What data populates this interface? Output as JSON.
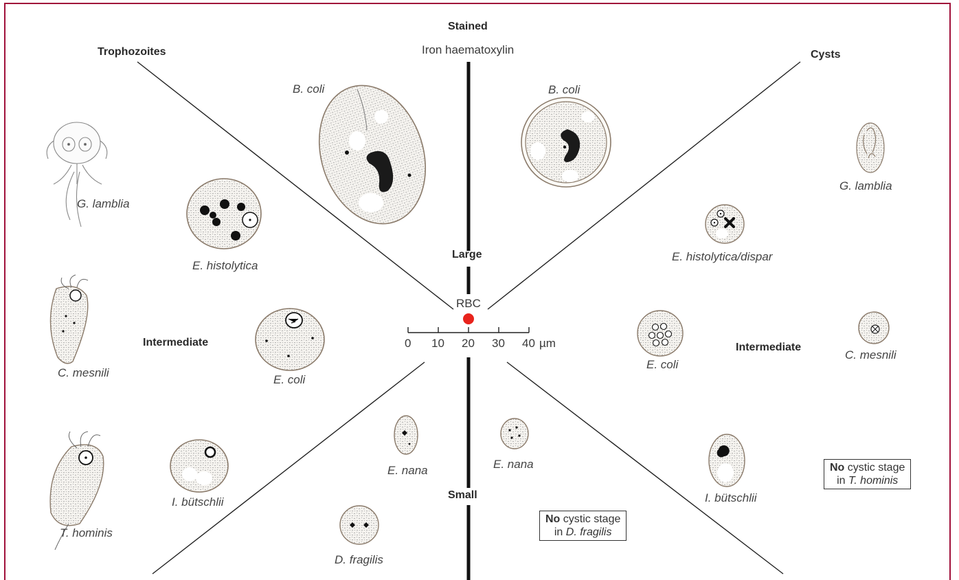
{
  "header": {
    "stained": "Stained",
    "stain_type": "Iron haematoxylin"
  },
  "sections": {
    "trophozoites": "Trophozoites",
    "cysts": "Cysts",
    "large": "Large",
    "small": "Small",
    "intermediate_left": "Intermediate",
    "intermediate_right": "Intermediate"
  },
  "scale": {
    "rbc": "RBC",
    "ticks": [
      "0",
      "10",
      "20",
      "30",
      "40"
    ],
    "unit": "µm",
    "rbc_color": "#e8231c"
  },
  "trophozoites": {
    "b_coli": "B. coli",
    "g_lamblia": "G. lamblia",
    "e_histolytica": "E. histolytica",
    "c_mesnili": "C. mesnili",
    "e_coli": "E. coli",
    "t_hominis": "T. hominis",
    "i_butschlii": "I. bütschlii",
    "e_nana": "E. nana",
    "d_fragilis": "D. fragilis"
  },
  "cysts": {
    "b_coli": "B. coli",
    "g_lamblia": "G. lamblia",
    "e_histolytica_dispar": "E. histolytica/dispar",
    "e_coli": "E. coli",
    "c_mesnili": "C. mesnili",
    "e_nana": "E. nana",
    "i_butschlii": "I. bütschlii"
  },
  "notes": {
    "d_fragilis": {
      "bold": "No",
      "line1_rest": " cystic stage",
      "line2_prefix": "in ",
      "species": "D. fragilis"
    },
    "t_hominis": {
      "bold": "No",
      "line1_rest": " cystic stage",
      "line2_prefix": "in ",
      "species": "T. hominis"
    }
  },
  "colors": {
    "border": "#a0103a",
    "ink": "#2a2a2a",
    "cytoplasm": "#f4f2ee"
  }
}
